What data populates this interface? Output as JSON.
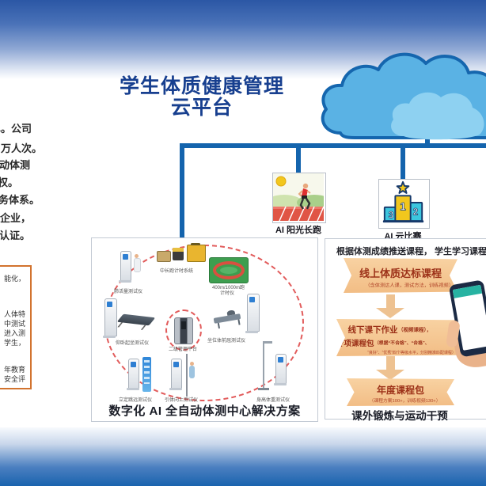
{
  "title": {
    "line1": "学生体质健康管理",
    "line2": "云平台"
  },
  "left_text": {
    "lines": [
      "单。公司",
      "万人次。",
      "动体测",
      "权。",
      "务体系。",
      "企业，",
      "认证。"
    ]
  },
  "note_box": {
    "lines": [
      "能化，",
      "人体特",
      "中测试",
      "进入测",
      "学生，",
      "年教育",
      "安全评"
    ]
  },
  "nodes": {
    "sunshine_run": "AI 阳光长跑",
    "cloud_match": "AI 云比赛"
  },
  "podium": {
    "first": "1",
    "second": "2",
    "third": "3"
  },
  "left_panel": {
    "caption": "数字化 AI 全自动体测中心解决方案",
    "devices": {
      "spirometer": "肺活量测试仪",
      "timing_system": "中长跑计时系统",
      "track_line1": "400m/1000m跑",
      "track_line2": "计时仪",
      "sit_reach": "坐位体前屈测试仪",
      "sit_up": "仰卧起坐测试仪",
      "long_jump": "立定跳远测试仪",
      "pull_up": "引体向上测试仪",
      "height_weight": "身高体重测试仪",
      "center_server": "二级管理平台"
    }
  },
  "right_panel": {
    "header": "根据体测成绩推送课程， 学生学习课程平台",
    "banner1": {
      "title": "线上体质达标课程",
      "subtitle": "（含体测达人课，测试方法，训练视频）"
    },
    "banner2": {
      "line1_strong": "线下课下作业",
      "line1_rest": "（视频课程），",
      "line2_strong": "专项课程包",
      "line2_rest": "（根据“不合格”、“合格”、",
      "line3": "“良好”、“优秀”四个等级水平，分别精准匹配课程）"
    },
    "banner3": {
      "title": "年度课程包",
      "subtitle": "（课程方案100+，训练视频130+）"
    },
    "caption": "课外锻炼与运动干预"
  },
  "colors": {
    "connector_blue": "#1464ad",
    "title_navy": "#173f8f",
    "cloud_blue": "#5ab2e4",
    "banner_orange": "#f2bd85",
    "banner_text_red": "#9c3118",
    "dashed_circle_red": "#e25c5c",
    "note_border_orange": "#d2732e"
  }
}
